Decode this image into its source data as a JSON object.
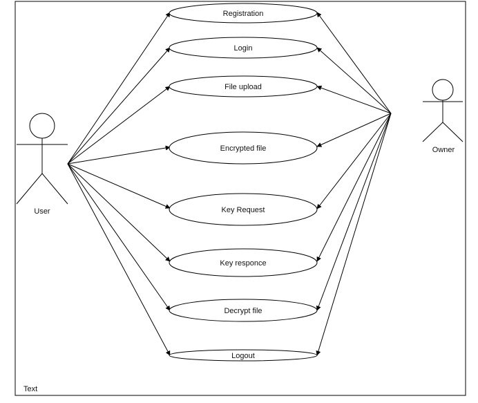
{
  "actors": {
    "user": {
      "label": "User"
    },
    "owner": {
      "label": "Owner"
    }
  },
  "use_cases": [
    {
      "id": "registration",
      "label": "Registration"
    },
    {
      "id": "login",
      "label": "Login"
    },
    {
      "id": "file-upload",
      "label": "File upload"
    },
    {
      "id": "encrypted-file",
      "label": "Encrypted file"
    },
    {
      "id": "key-request",
      "label": "Key Request"
    },
    {
      "id": "key-responce",
      "label": "Key responce"
    },
    {
      "id": "decrypt-file",
      "label": "Decrypt file"
    },
    {
      "id": "logout",
      "label": "Logout"
    }
  ],
  "footer_text": "Text",
  "colors": {
    "stroke": "#000000",
    "background": "#ffffff"
  }
}
